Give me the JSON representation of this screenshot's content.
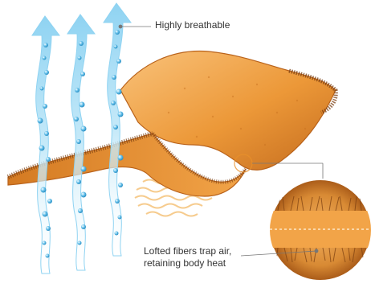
{
  "callouts": {
    "breathable": {
      "text": "Highly breathable"
    },
    "lofted": {
      "line1": "Lofted fibers trap air,",
      "line2": "retaining body heat"
    }
  },
  "colors": {
    "fabric_light": "#f6b25a",
    "fabric_mid": "#e8902a",
    "fabric_dark": "#b9621a",
    "fiber": "#7a3e10",
    "airflow": "#8fd3f2",
    "airflow_edge": "#3fa8d9",
    "heat_wave": "#f5c27a",
    "leader_line": "#777777"
  },
  "icons": [
    "airflow-arrow-icon",
    "air-bubble-icon",
    "heat-wave-icon",
    "magnifier-circle-icon"
  ]
}
